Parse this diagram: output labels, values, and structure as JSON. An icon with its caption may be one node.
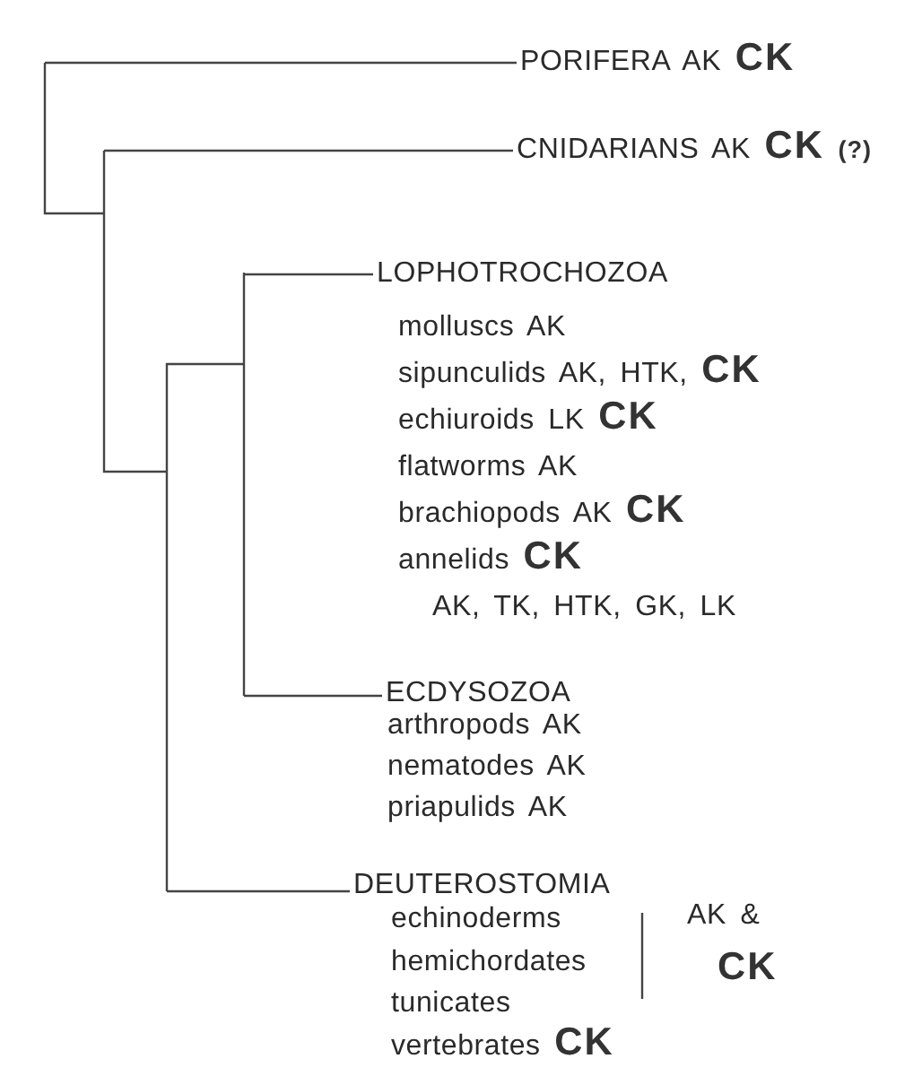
{
  "diagram": {
    "nodes": [
      {
        "text": [
          "PORIFERA AK **CK**"
        ]
      },
      {
        "text": [
          "CNIDARIANS AK **CK** **(?)**"
        ]
      },
      {
        "text": [
          "LOPHOTROCHOZOA",
          "molluscs AK",
          "sipunculids AK, HTK, **CK**",
          "echiuroids LK **CK**",
          "flatworms AK",
          "brachiopods AK **CK**",
          "annelids **CK**",
          "AK, TK, HTK, GK, LK"
        ]
      },
      {
        "text": [
          "ECDYSOZOA",
          "arthropods AK",
          "nematodes AK",
          "priapulids AK"
        ]
      },
      {
        "text": [
          "DEUTEROSTOMIA",
          "echinoderms",
          "hemichordates",
          "tunicates",
          "vertebrates **CK**"
        ],
        "beside": [
          "AK & **CK**"
        ]
      }
    ],
    "edges": [
      {
        "from": null,
        "to": 0,
        "arrow": "none"
      },
      {
        "from": null,
        "to": 1,
        "arrow": "none"
      },
      {
        "from": null,
        "to": 2,
        "arrow": "none"
      },
      {
        "from": null,
        "to": 3,
        "arrow": "none"
      },
      {
        "from": null,
        "to": 4,
        "arrow": "none"
      }
    ]
  }
}
